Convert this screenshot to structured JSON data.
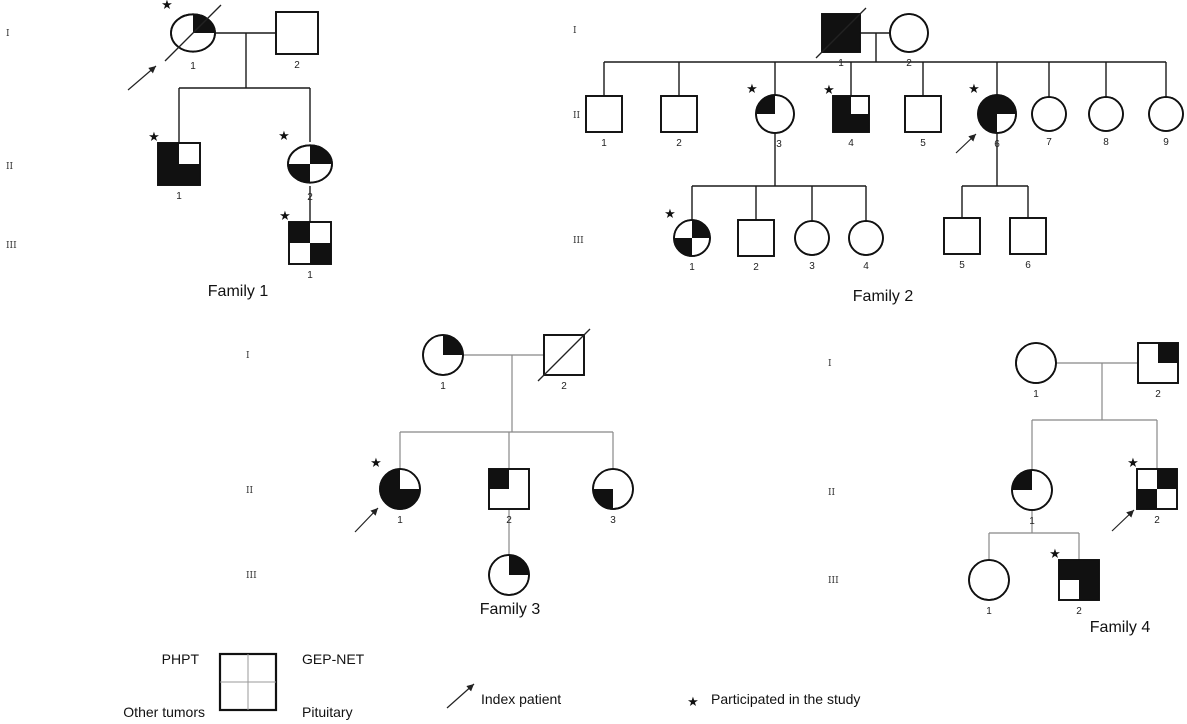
{
  "families": [
    {
      "title": "Family 1",
      "generations": [
        "I",
        "II",
        "III"
      ],
      "individuals": [
        {
          "id": "F1-I-1",
          "label": "1",
          "sex": "female",
          "deceased": true,
          "participated": true,
          "index": true,
          "affected": {
            "phpt": false,
            "gepnet": true,
            "other": false,
            "pituitary": false
          }
        },
        {
          "id": "F1-I-2",
          "label": "2",
          "sex": "male",
          "affected": {
            "phpt": false,
            "gepnet": false,
            "other": false,
            "pituitary": false
          }
        },
        {
          "id": "F1-II-1",
          "label": "1",
          "sex": "male",
          "participated": true,
          "affected": {
            "phpt": true,
            "gepnet": false,
            "other": true,
            "pituitary": true
          }
        },
        {
          "id": "F1-II-2",
          "label": "2",
          "sex": "female",
          "participated": true,
          "affected": {
            "phpt": false,
            "gepnet": true,
            "other": true,
            "pituitary": false
          }
        },
        {
          "id": "F1-III-1",
          "label": "1",
          "sex": "male",
          "participated": true,
          "affected": {
            "phpt": true,
            "gepnet": false,
            "other": false,
            "pituitary": true
          }
        }
      ]
    },
    {
      "title": "Family 2",
      "generations": [
        "I",
        "II",
        "III"
      ],
      "individuals": [
        {
          "id": "F2-I-1",
          "label": "1",
          "sex": "male",
          "deceased": true,
          "affected": {
            "phpt": true,
            "gepnet": true,
            "other": true,
            "pituitary": true
          }
        },
        {
          "id": "F2-I-2",
          "label": "2",
          "sex": "female",
          "affected": {
            "phpt": false,
            "gepnet": false,
            "other": false,
            "pituitary": false
          }
        },
        {
          "id": "F2-II-1",
          "label": "1",
          "sex": "male",
          "affected": {
            "phpt": false,
            "gepnet": false,
            "other": false,
            "pituitary": false
          }
        },
        {
          "id": "F2-II-2",
          "label": "2",
          "sex": "male",
          "affected": {
            "phpt": false,
            "gepnet": false,
            "other": false,
            "pituitary": false
          }
        },
        {
          "id": "F2-II-3",
          "label": "3",
          "sex": "female",
          "participated": true,
          "affected": {
            "phpt": true,
            "gepnet": false,
            "other": false,
            "pituitary": false
          }
        },
        {
          "id": "F2-II-4",
          "label": "4",
          "sex": "male",
          "participated": true,
          "affected": {
            "phpt": true,
            "gepnet": false,
            "other": true,
            "pituitary": true
          }
        },
        {
          "id": "F2-II-5",
          "label": "5",
          "sex": "male",
          "affected": {
            "phpt": false,
            "gepnet": false,
            "other": false,
            "pituitary": false
          }
        },
        {
          "id": "F2-II-6",
          "label": "6",
          "sex": "female",
          "participated": true,
          "index": true,
          "affected": {
            "phpt": true,
            "gepnet": true,
            "other": true,
            "pituitary": false
          }
        },
        {
          "id": "F2-II-7",
          "label": "7",
          "sex": "female",
          "affected": {
            "phpt": false,
            "gepnet": false,
            "other": false,
            "pituitary": false
          }
        },
        {
          "id": "F2-II-8",
          "label": "8",
          "sex": "female",
          "affected": {
            "phpt": false,
            "gepnet": false,
            "other": false,
            "pituitary": false
          }
        },
        {
          "id": "F2-II-9",
          "label": "9",
          "sex": "female",
          "affected": {
            "phpt": false,
            "gepnet": false,
            "other": false,
            "pituitary": false
          }
        },
        {
          "id": "F2-III-1",
          "label": "1",
          "sex": "female",
          "participated": true,
          "affected": {
            "phpt": false,
            "gepnet": true,
            "other": true,
            "pituitary": false
          }
        },
        {
          "id": "F2-III-2",
          "label": "2",
          "sex": "male",
          "affected": {
            "phpt": false,
            "gepnet": false,
            "other": false,
            "pituitary": false
          }
        },
        {
          "id": "F2-III-3",
          "label": "3",
          "sex": "female",
          "affected": {
            "phpt": false,
            "gepnet": false,
            "other": false,
            "pituitary": false
          }
        },
        {
          "id": "F2-III-4",
          "label": "4",
          "sex": "female",
          "affected": {
            "phpt": false,
            "gepnet": false,
            "other": false,
            "pituitary": false
          }
        },
        {
          "id": "F2-III-5",
          "label": "5",
          "sex": "male",
          "affected": {
            "phpt": false,
            "gepnet": false,
            "other": false,
            "pituitary": false
          }
        },
        {
          "id": "F2-III-6",
          "label": "6",
          "sex": "male",
          "affected": {
            "phpt": false,
            "gepnet": false,
            "other": false,
            "pituitary": false
          }
        }
      ]
    },
    {
      "title": "Family 3",
      "generations": [
        "I",
        "II",
        "III"
      ],
      "individuals": [
        {
          "id": "F3-I-1",
          "label": "1",
          "sex": "female",
          "affected": {
            "phpt": false,
            "gepnet": true,
            "other": false,
            "pituitary": false
          }
        },
        {
          "id": "F3-I-2",
          "label": "2",
          "sex": "male",
          "deceased": true,
          "affected": {
            "phpt": false,
            "gepnet": false,
            "other": false,
            "pituitary": false
          }
        },
        {
          "id": "F3-II-1",
          "label": "1",
          "sex": "female",
          "participated": true,
          "index": true,
          "affected": {
            "phpt": true,
            "gepnet": false,
            "other": true,
            "pituitary": true
          }
        },
        {
          "id": "F3-II-2",
          "label": "2",
          "sex": "male",
          "affected": {
            "phpt": true,
            "gepnet": false,
            "other": false,
            "pituitary": false
          }
        },
        {
          "id": "F3-II-3",
          "label": "3",
          "sex": "female",
          "affected": {
            "phpt": false,
            "gepnet": false,
            "other": true,
            "pituitary": false
          }
        },
        {
          "id": "F3-III-1",
          "label": "",
          "sex": "female",
          "affected": {
            "phpt": false,
            "gepnet": true,
            "other": false,
            "pituitary": false
          }
        }
      ]
    },
    {
      "title": "Family 4",
      "generations": [
        "I",
        "II",
        "III"
      ],
      "individuals": [
        {
          "id": "F4-I-1",
          "label": "1",
          "sex": "female",
          "affected": {
            "phpt": false,
            "gepnet": false,
            "other": false,
            "pituitary": false
          }
        },
        {
          "id": "F4-I-2",
          "label": "2",
          "sex": "male",
          "affected": {
            "phpt": false,
            "gepnet": true,
            "other": false,
            "pituitary": false
          }
        },
        {
          "id": "F4-II-1",
          "label": "1",
          "sex": "female",
          "affected": {
            "phpt": true,
            "gepnet": false,
            "other": false,
            "pituitary": false
          }
        },
        {
          "id": "F4-II-2",
          "label": "2",
          "sex": "male",
          "participated": true,
          "index": true,
          "affected": {
            "phpt": false,
            "gepnet": true,
            "other": true,
            "pituitary": false
          }
        },
        {
          "id": "F4-III-1",
          "label": "1",
          "sex": "female",
          "affected": {
            "phpt": false,
            "gepnet": false,
            "other": false,
            "pituitary": false
          }
        },
        {
          "id": "F4-III-2",
          "label": "2",
          "sex": "male",
          "participated": true,
          "affected": {
            "phpt": true,
            "gepnet": true,
            "other": false,
            "pituitary": true
          }
        }
      ]
    }
  ],
  "legend": {
    "phpt": "PHPT",
    "gepnet": "GEP-NET",
    "other": "Other tumors",
    "pituitary": "Pituitary",
    "index": "Index patient",
    "participated": "Participated in the study",
    "star_symbol": "★"
  },
  "colors": {
    "affected": "#111111",
    "unaffected": "#ffffff"
  }
}
